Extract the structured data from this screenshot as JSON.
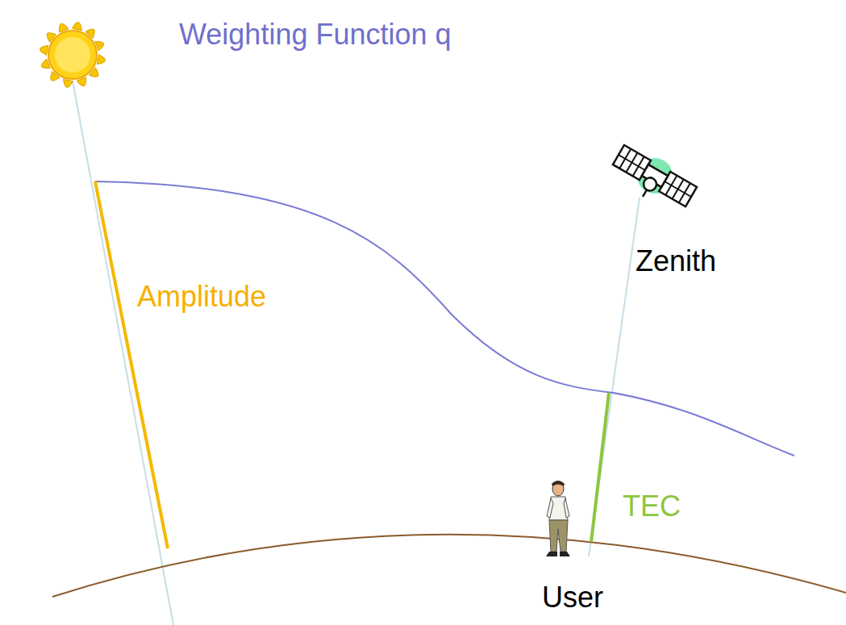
{
  "diagram": {
    "labels": [
      "Weighting Function q",
      "Zenith",
      "Amplitude",
      "TEC",
      "User"
    ]
  }
}
